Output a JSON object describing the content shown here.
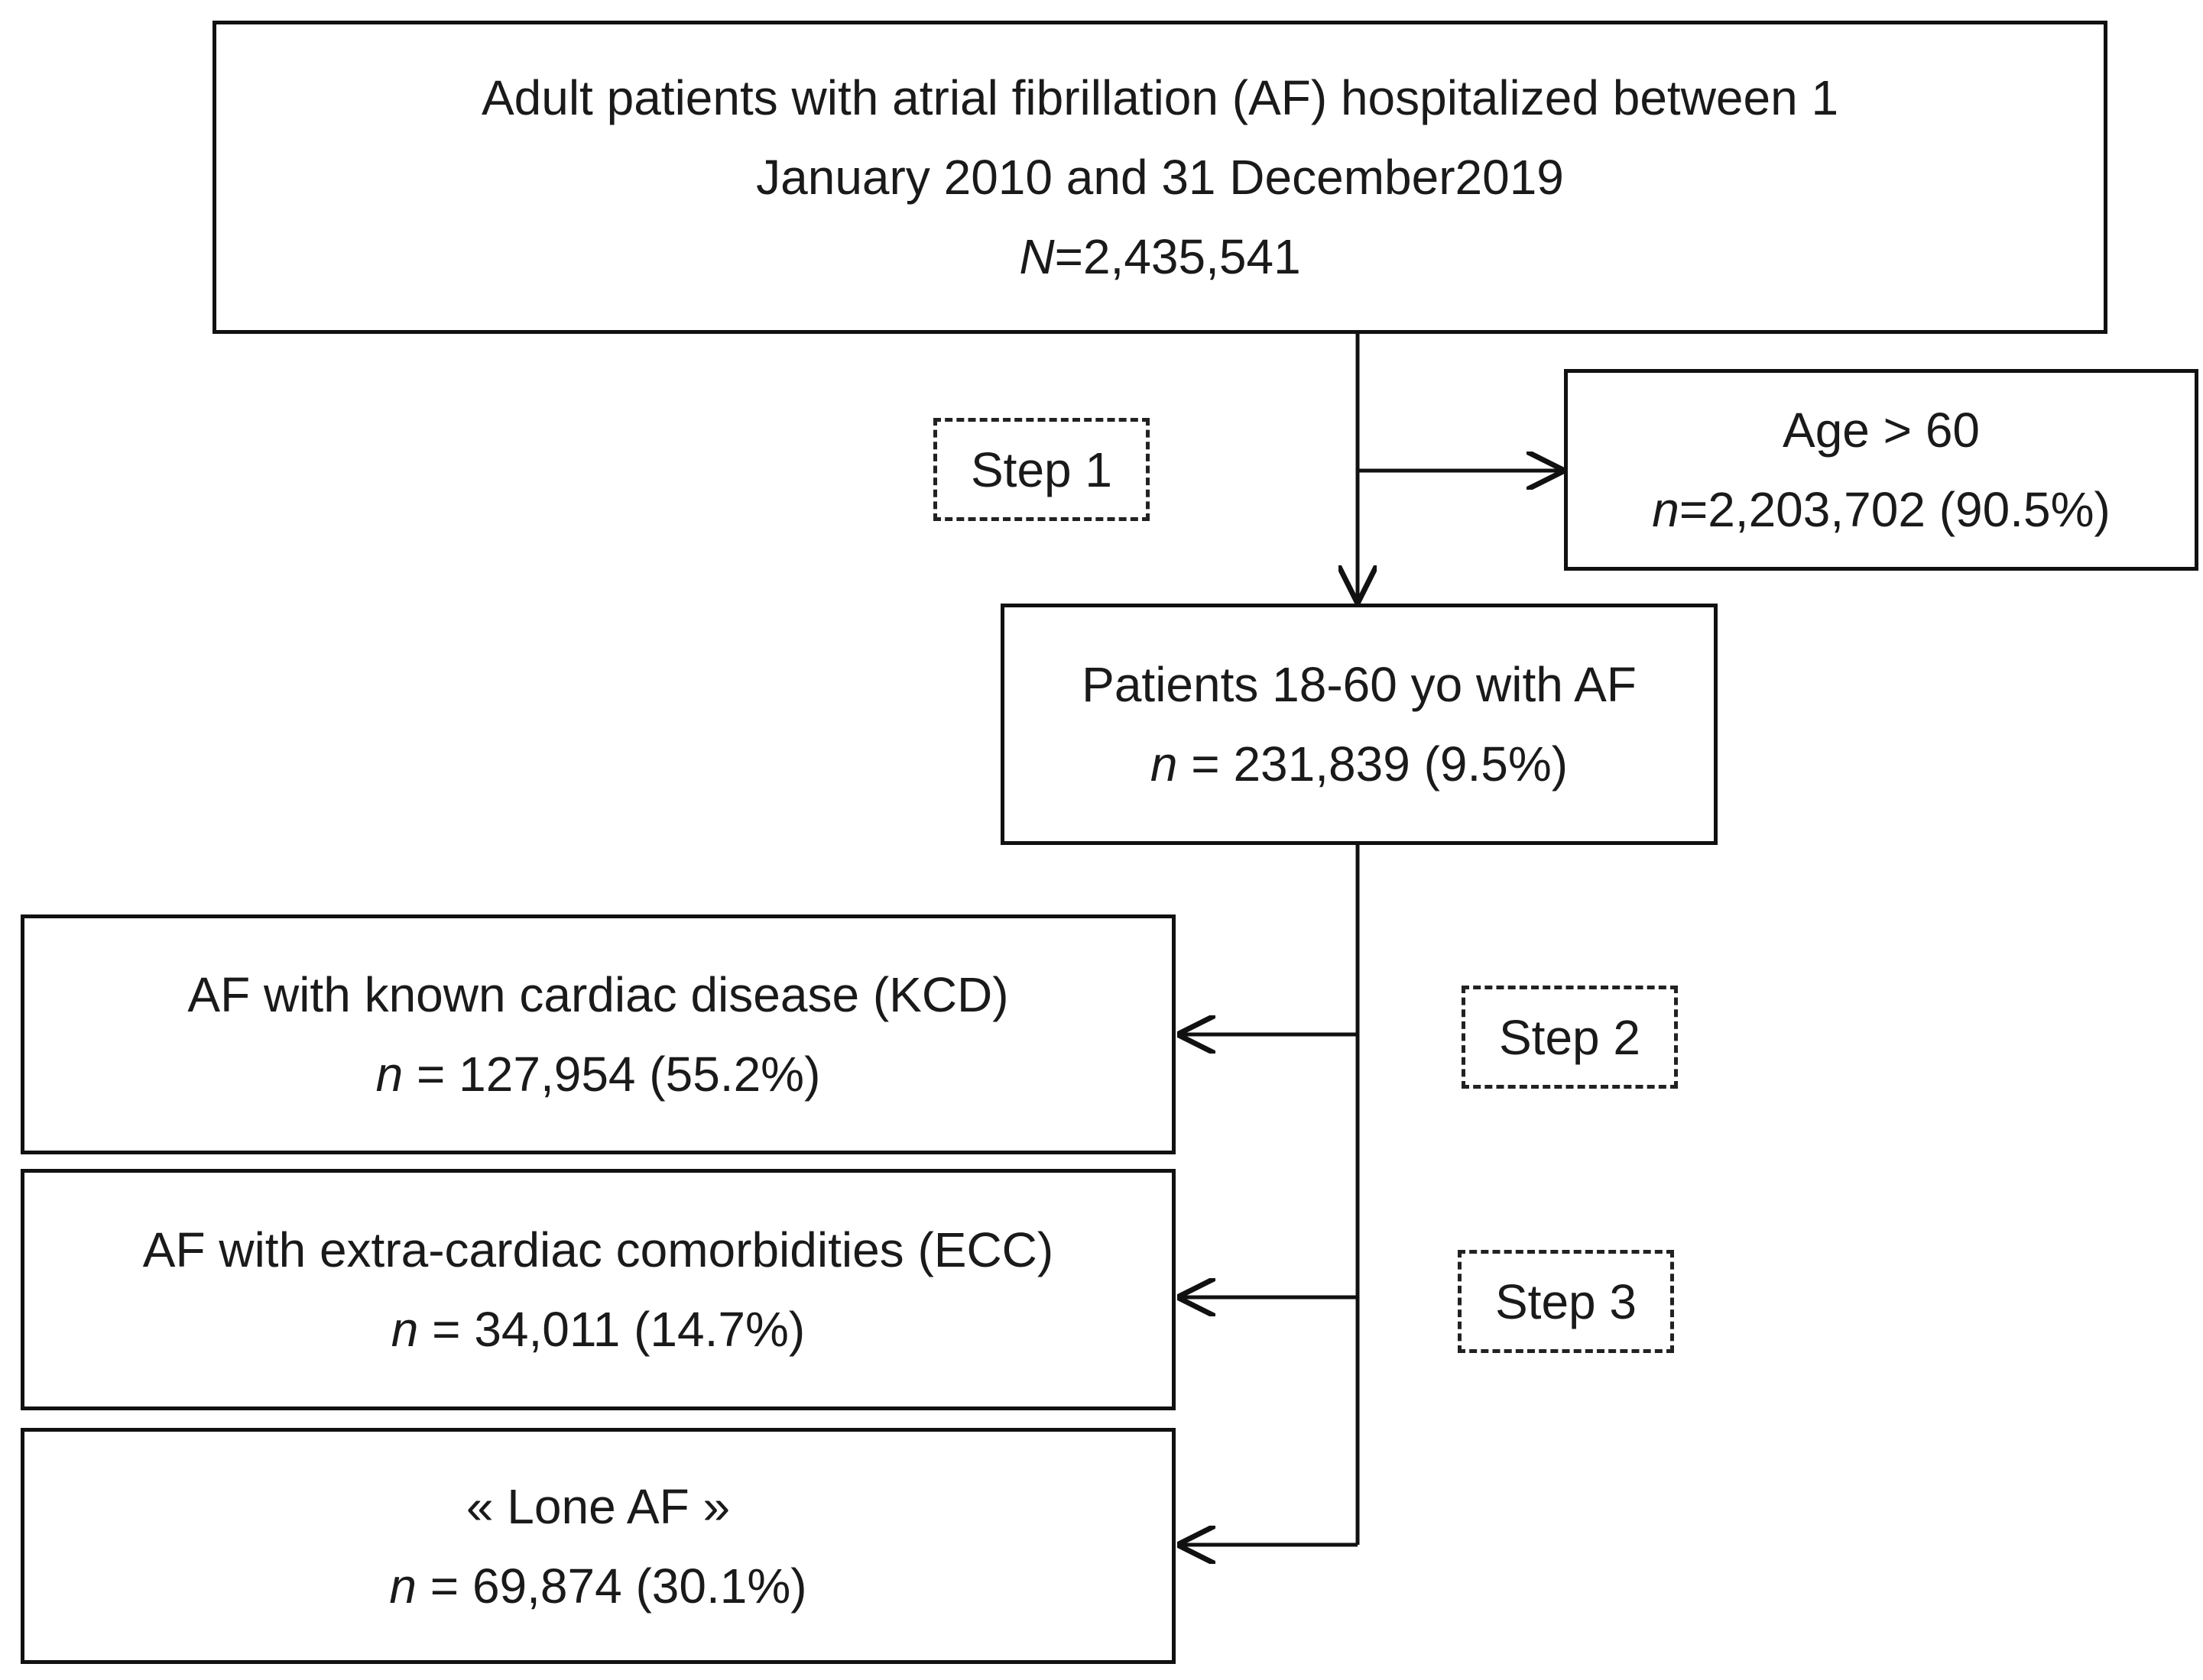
{
  "top_box": {
    "line1": "Adult patients with atrial fibrillation (AF) hospitalized between 1",
    "line2": "January 2010 and 31 December2019",
    "count_var": "N",
    "count_value": "=2,435,541"
  },
  "excluded_box": {
    "line1": "Age > 60",
    "count_var": "n",
    "count_value": "=2,203,702 (90.5%)"
  },
  "middle_box": {
    "line1": "Patients 18-60 yo with AF",
    "count_var": "n",
    "count_value": " = 231,839 (9.5%)"
  },
  "groups": [
    {
      "label": "AF with known cardiac disease (KCD)",
      "count_var": "n",
      "count_value": " = 127,954 (55.2%)"
    },
    {
      "label": "AF with extra-cardiac comorbidities (ECC)",
      "count_var": "n",
      "count_value": " = 34,011 (14.7%)"
    },
    {
      "label": "« Lone AF »",
      "count_var": "n",
      "count_value": " = 69,874 (30.1%)"
    }
  ],
  "steps": [
    "Step 1",
    "Step 2",
    "Step 3"
  ]
}
